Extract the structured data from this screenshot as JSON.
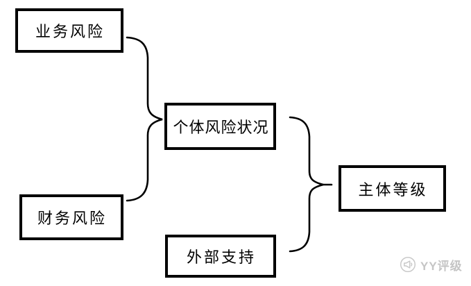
{
  "diagram": {
    "nodes": [
      {
        "id": "business-risk",
        "label": "业务风险"
      },
      {
        "id": "financial-risk",
        "label": "财务风险"
      },
      {
        "id": "individual-risk",
        "label": "个体风险状况"
      },
      {
        "id": "external-support",
        "label": "外部支持"
      },
      {
        "id": "entity-rating",
        "label": "主体等级"
      }
    ],
    "relations": [
      {
        "connector": "curly-brace",
        "from": [
          "业务风险",
          "财务风险"
        ],
        "to": "个体风险状况"
      },
      {
        "connector": "curly-brace",
        "from": [
          "个体风险状况",
          "外部支持"
        ],
        "to": "主体等级"
      }
    ],
    "colors": {
      "background": "#ffffff",
      "box_border": "#000000",
      "text": "#000000",
      "connector_line": "#000000",
      "watermark": "#c5c5c5"
    }
  },
  "watermark": {
    "icon": "megaphone-logo-icon",
    "label": "YY评级"
  }
}
